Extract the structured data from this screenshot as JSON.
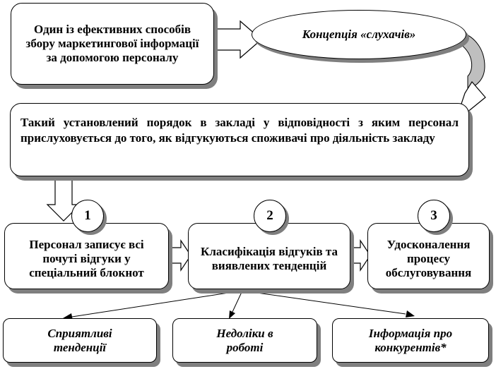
{
  "concept": {
    "method_text": "Один із ефективних способів збору маркетингової інформації за допомогою персоналу",
    "concept_name": "Концепція «слухачів»"
  },
  "definition": {
    "text": "Такий установлений порядок в закладі у відповідності з яким персонал прислуховується до того, як відгукуються споживачі про діяльність закладу"
  },
  "steps": [
    {
      "number": "1",
      "text": "Персонал записує всі почуті відгуки у спеціальний блокнот"
    },
    {
      "number": "2",
      "text": "Класифікація відгуків та виявлених тенденцій"
    },
    {
      "number": "3",
      "text": "Удосконалення процесу обслуговування"
    }
  ],
  "outcomes": [
    {
      "text": "Сприятливі тенденції"
    },
    {
      "text": "Недоліки в роботі"
    },
    {
      "text": "Інформація про конкурентів*"
    }
  ],
  "colors": {
    "line": "#000000",
    "shadow": "#7f7f7f",
    "curl_shade": "#bfbfbf",
    "background": "#ffffff"
  }
}
